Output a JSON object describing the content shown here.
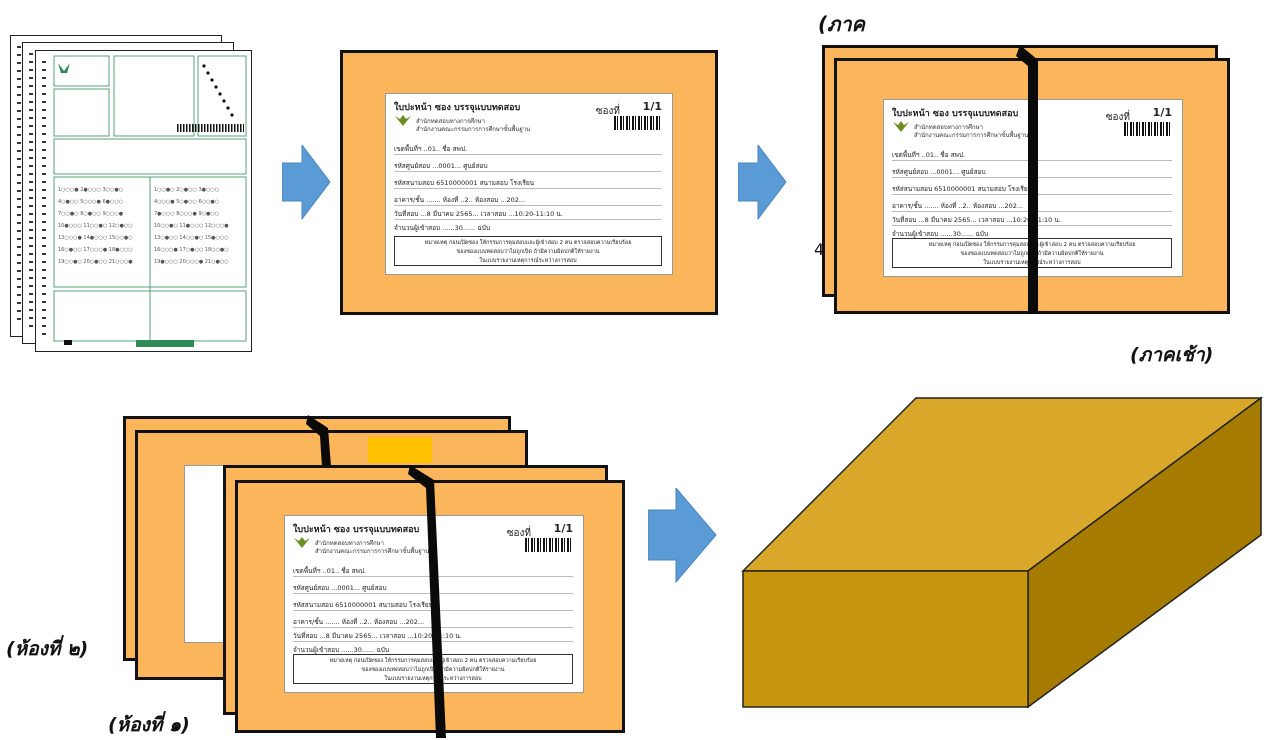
{
  "captions": {
    "top_right_partial": "(ภาค",
    "morning": "(ภาคเช้า)",
    "room_2": "(ห้องที่ ๒)",
    "room_1": "(ห้องที่ ๑)",
    "stray_digit": "4"
  },
  "envelope_label": {
    "title": "ใบปะหน้า ซอง บรรจุแบบทดสอบ",
    "agency_line1": "สำนักทดสอบทางการศึกษา",
    "agency_line2": "สำนักงานคณะกรรมการการศึกษาขั้นพื้นฐาน",
    "envelope_no_label": "ซองที่",
    "envelope_no_value": "1/1",
    "row_region": "เขตพื้นที่ฯ ..01.. ชื่อ สพป.",
    "row_center": "รหัสศูนย์สอบ ...0001... ศูนย์สอบ",
    "row_school": "รหัสสนามสอบ 6510000001 สนามสอบ โรงเรียน",
    "row_room": "อาคาร/ชั้น ....... ห้องที่ ..2.. ห้องสอบ ...202...",
    "row_date": "วันที่สอบ ...8 มีนาคม 2565... เวลาสอบ ...10:20-11:10 น.",
    "row_count": "จำนวนผู้เข้าสอบ ......30...... ฉบับ",
    "note_line1": "หมายเหตุ ก่อนเปิดซอง ให้กรรมการคุมสอบและผู้เข้าสอบ 2 คน ตรวจสอบความเรียบร้อย",
    "note_line2": "ของซองแบบทดสอบว่าไม่ถูกเปิด ถ้ามีความผิดปกติให้รายงาน",
    "note_line3": "ในแบบรายงานเหตุการณ์ระหว่างการสอบ"
  },
  "colors": {
    "envelope": "#fbb55b",
    "arrow": "#5b9bd5",
    "box_front": "#c8960c",
    "box_top": "#d9a82a",
    "box_side": "#a67c00",
    "sheet_accent": "#2e8b57"
  }
}
